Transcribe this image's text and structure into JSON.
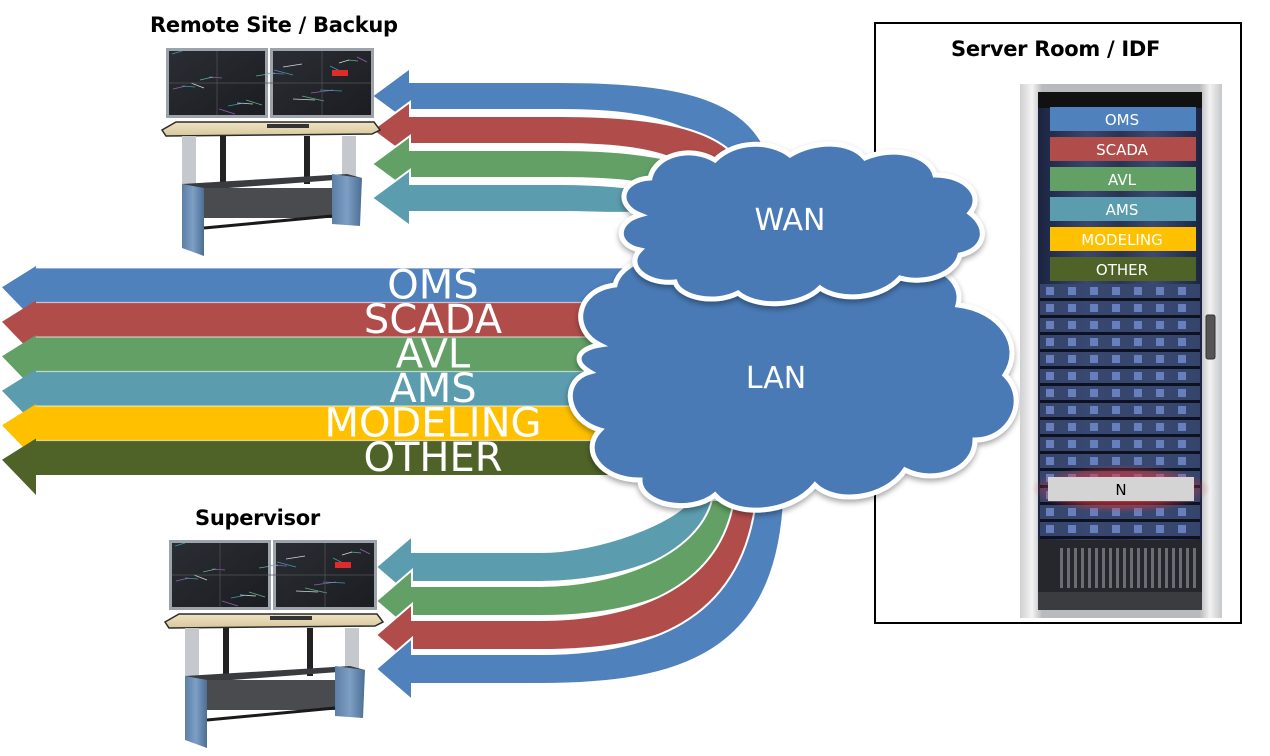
{
  "colors": {
    "oms": "#4f81bd",
    "scada": "#b04d4b",
    "avl": "#62a066",
    "ams": "#5b9cae",
    "modeling": "#ffc000",
    "other": "#4f6228",
    "cloud": "#4a7ab6",
    "n_slot": "#d4d4d4",
    "n_glow": "#e0393c"
  },
  "titles": {
    "remote_site": "Remote Site / Backup",
    "supervisor": "Supervisor",
    "server_room": "Server Room / IDF"
  },
  "clouds": {
    "wan": "WAN",
    "lan": "LAN"
  },
  "systems": [
    {
      "key": "oms",
      "label": "OMS"
    },
    {
      "key": "scada",
      "label": "SCADA"
    },
    {
      "key": "avl",
      "label": "AVL"
    },
    {
      "key": "ams",
      "label": "AMS"
    },
    {
      "key": "modeling",
      "label": "MODELING"
    },
    {
      "key": "other",
      "label": "OTHER"
    }
  ],
  "lan_bands": [
    "OMS",
    "SCADA",
    "AVL",
    "AMS",
    "MODELING",
    "OTHER"
  ],
  "wan_to_remote": [
    "OMS",
    "SCADA",
    "AVL",
    "AMS"
  ],
  "lan_to_supervisor": [
    "AMS",
    "AVL",
    "SCADA",
    "OMS"
  ],
  "rack": {
    "slots": [
      "OMS",
      "SCADA",
      "AVL",
      "AMS",
      "MODELING",
      "OTHER"
    ],
    "extra_slot": "N"
  },
  "workstations": [
    {
      "name": "remote-site-console"
    },
    {
      "name": "supervisor-console"
    }
  ]
}
